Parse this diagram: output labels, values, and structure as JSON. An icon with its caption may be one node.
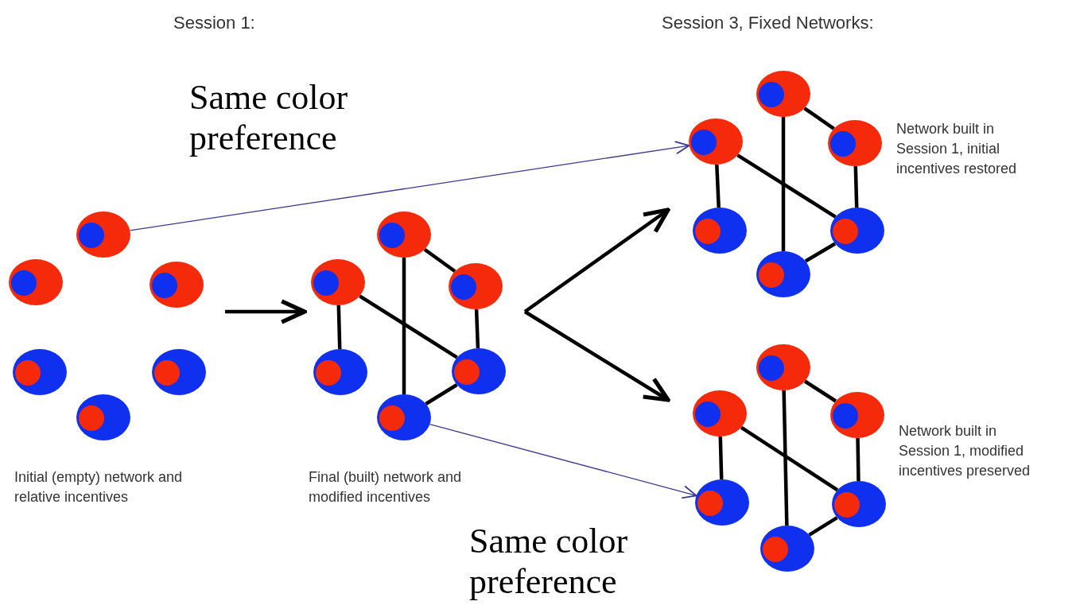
{
  "diagram": {
    "nodes": [
      {
        "text": [
          "Initial (empty) network and relative incentives"
        ]
      },
      {
        "text": [],
        "shape": "ellipse",
        "in": 0
      },
      {
        "text": [],
        "shape": "ellipse",
        "in": 0
      },
      {
        "text": [],
        "shape": "ellipse",
        "in": 0
      },
      {
        "text": [],
        "shape": "ellipse",
        "in": 0
      },
      {
        "text": [],
        "shape": "ellipse",
        "in": 0
      },
      {
        "text": [],
        "shape": "ellipse",
        "in": 0
      },
      {
        "text": [
          "Final (built) network and modified incentives"
        ]
      },
      {
        "text": [],
        "shape": "ellipse",
        "in": 7
      },
      {
        "text": [],
        "shape": "ellipse",
        "in": 7
      },
      {
        "text": [],
        "shape": "ellipse",
        "in": 7
      },
      {
        "text": [],
        "shape": "ellipse",
        "in": 7
      },
      {
        "text": [],
        "shape": "ellipse",
        "in": 7
      },
      {
        "text": [],
        "shape": "ellipse",
        "in": 7
      },
      {
        "text": [
          "Network built in Session 1, initial incentives restored"
        ]
      },
      {
        "text": [],
        "shape": "ellipse",
        "in": 14
      },
      {
        "text": [],
        "shape": "ellipse",
        "in": 14
      },
      {
        "text": [],
        "shape": "ellipse",
        "in": 14
      },
      {
        "text": [],
        "shape": "ellipse",
        "in": 14
      },
      {
        "text": [],
        "shape": "ellipse",
        "in": 14
      },
      {
        "text": [],
        "shape": "ellipse",
        "in": 14
      },
      {
        "text": [
          "Network built in Session 1, modified incentives preserved"
        ]
      },
      {
        "text": [],
        "shape": "ellipse",
        "in": 21
      },
      {
        "text": [],
        "shape": "ellipse",
        "in": 21
      },
      {
        "text": [],
        "shape": "ellipse",
        "in": 21
      },
      {
        "text": [],
        "shape": "ellipse",
        "in": 21
      },
      {
        "text": [],
        "shape": "ellipse",
        "in": 21
      },
      {
        "text": [],
        "shape": "ellipse",
        "in": 21
      }
    ],
    "edges": [
      {
        "from": 0,
        "to": 7,
        "arrow": "to"
      },
      {
        "from": 7,
        "to": 14,
        "arrow": "to"
      },
      {
        "from": 7,
        "to": 21,
        "arrow": "to"
      },
      {
        "from": 1,
        "to": 16,
        "arrow": "to",
        "label": "Same color preference",
        "color": "#3a3a8c"
      },
      {
        "from": 13,
        "to": 25,
        "arrow": "to",
        "label": "Same color preference",
        "color": "#3a3a8c"
      },
      {
        "from": 8,
        "to": 10,
        "arrow": "none"
      },
      {
        "from": 9,
        "to": 11,
        "arrow": "none"
      },
      {
        "from": 10,
        "to": 12,
        "arrow": "none"
      },
      {
        "from": 9,
        "to": 12,
        "arrow": "none"
      },
      {
        "from": 8,
        "to": 13,
        "arrow": "none"
      },
      {
        "from": 12,
        "to": 13,
        "arrow": "none"
      },
      {
        "from": 15,
        "to": 17,
        "arrow": "none"
      },
      {
        "from": 16,
        "to": 18,
        "arrow": "none"
      },
      {
        "from": 17,
        "to": 19,
        "arrow": "none"
      },
      {
        "from": 16,
        "to": 19,
        "arrow": "none"
      },
      {
        "from": 15,
        "to": 20,
        "arrow": "none"
      },
      {
        "from": 19,
        "to": 20,
        "arrow": "none"
      },
      {
        "from": 22,
        "to": 24,
        "arrow": "none"
      },
      {
        "from": 23,
        "to": 25,
        "arrow": "none"
      },
      {
        "from": 24,
        "to": 26,
        "arrow": "none"
      },
      {
        "from": 23,
        "to": 26,
        "arrow": "none"
      },
      {
        "from": 22,
        "to": 27,
        "arrow": "none"
      },
      {
        "from": 26,
        "to": 27,
        "arrow": "none"
      }
    ],
    "labels": [
      "Session 1:",
      "Session 3, Fixed Networks:"
    ]
  }
}
